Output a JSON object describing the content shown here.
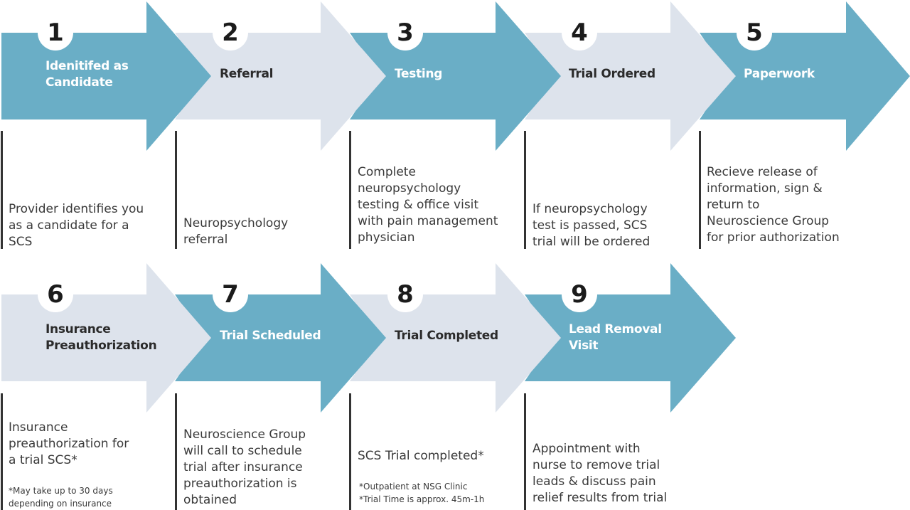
{
  "colors": {
    "blue": "#6aaec6",
    "light": "#dde3ec"
  },
  "steps": [
    {
      "number": "1",
      "title": "Idenitifed as\nCandidate",
      "description": "Provider identifies you\nas a candidate for a\nSCS"
    },
    {
      "number": "2",
      "title": "Referral",
      "description": "Neuropsychology\nreferral"
    },
    {
      "number": "3",
      "title": "Testing",
      "description": "Complete\nneuropsychology\ntesting & office visit\nwith pain management\nphysician"
    },
    {
      "number": "4",
      "title": "Trial Ordered",
      "description": "If neuropsychology\ntest is passed, SCS\ntrial will be ordered"
    },
    {
      "number": "5",
      "title": "Paperwork",
      "description": "Recieve release of\ninformation, sign &\nreturn to\nNeuroscience Group\nfor prior authorization"
    },
    {
      "number": "6",
      "title": "Insurance\nPreauthorization",
      "description": "Insurance\npreauthorization for\na trial SCS*",
      "note": "*May take up to 30 days\ndepending on insurance"
    },
    {
      "number": "7",
      "title": "Trial Scheduled",
      "description": "Neuroscience Group\nwill call to schedule\ntrial after insurance\npreauthorization is\nobtained"
    },
    {
      "number": "8",
      "title": "Trial Completed",
      "description": "SCS Trial completed*",
      "note": "*Outpatient at NSG Clinic\n*Trial Time is approx. 45m-1h"
    },
    {
      "number": "9",
      "title": "Lead Removal\nVisit",
      "description": "Appointment with\nnurse to remove trial\nleads & discuss pain\nrelief results from trial"
    }
  ]
}
